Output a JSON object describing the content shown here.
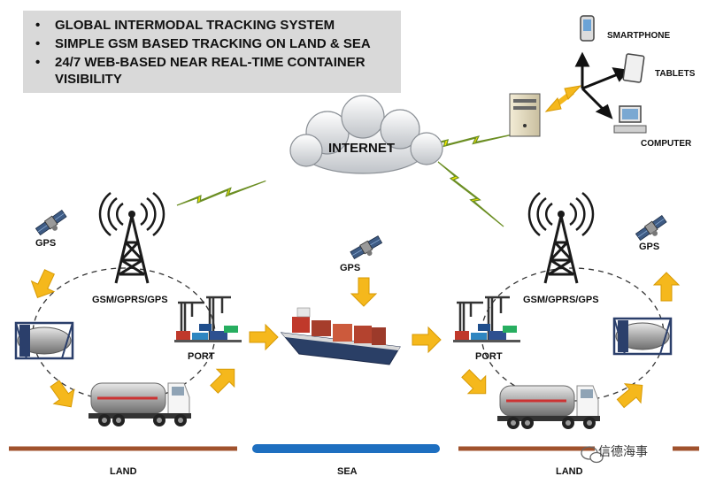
{
  "bullets": [
    "GLOBAL INTERMODAL TRACKING SYSTEM",
    "SIMPLE GSM BASED TRACKING ON LAND & SEA",
    "24/7 WEB-BASED NEAR REAL-TIME CONTAINER VISIBILITY"
  ],
  "bullet_glyph": "•",
  "cloud_label": "INTERNET",
  "devices": {
    "smartphone": "SMARTPHONE",
    "tablets": "TABLETS",
    "computer": "COMPUTER"
  },
  "left": {
    "gps": "GPS",
    "tower": "GSM/GPRS/GPS",
    "port": "PORT"
  },
  "center": {
    "gps": "GPS"
  },
  "right": {
    "gps": "GPS",
    "tower": "GSM/GPRS/GPS",
    "port": "PORT"
  },
  "segments": {
    "land_left": "LAND",
    "sea": "SEA",
    "land_right": "LAND"
  },
  "watermark": "信德海事",
  "colors": {
    "arrow": "#f5b81c",
    "land": "#a0522d",
    "sea": "#1e6fc0",
    "lightning": "#f2e600",
    "box": "#d9d9d9"
  },
  "icons": [
    "satellite-icon",
    "cell-tower-icon",
    "truck-icon",
    "tank-container-icon",
    "port-crane-icon",
    "cargo-ship-icon",
    "server-icon",
    "smartphone-icon",
    "tablet-icon",
    "computer-icon",
    "cloud-icon",
    "lightning-icon"
  ]
}
